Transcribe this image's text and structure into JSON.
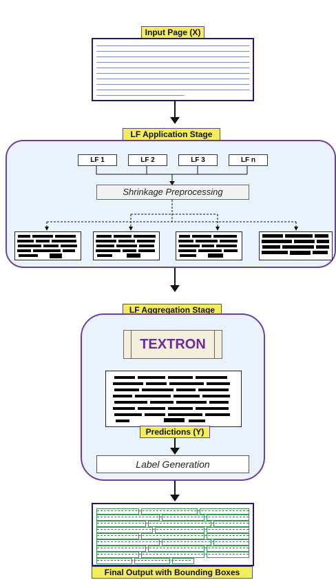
{
  "input_label": "Input Page (X)",
  "lf_application": {
    "title": "LF Application Stage",
    "functions": [
      "LF 1",
      "LF 2",
      "LF 3",
      "LF n"
    ],
    "shrinkage": "Shrinkage Preprocessing"
  },
  "lf_aggregation": {
    "title": "LF Aggregation Stage",
    "model": "TEXTRON",
    "predictions": "Predictions (Y)",
    "label_generation": "Label Generation"
  },
  "final_label": "Final Output with Bounding Boxes",
  "colors": {
    "label_fill": "#f3ec5c",
    "stage_fill": "#eaf3fb",
    "stage_border": "#6a3fa0",
    "model_text": "#6a2a9a",
    "doc_border": "#1f1a66"
  }
}
